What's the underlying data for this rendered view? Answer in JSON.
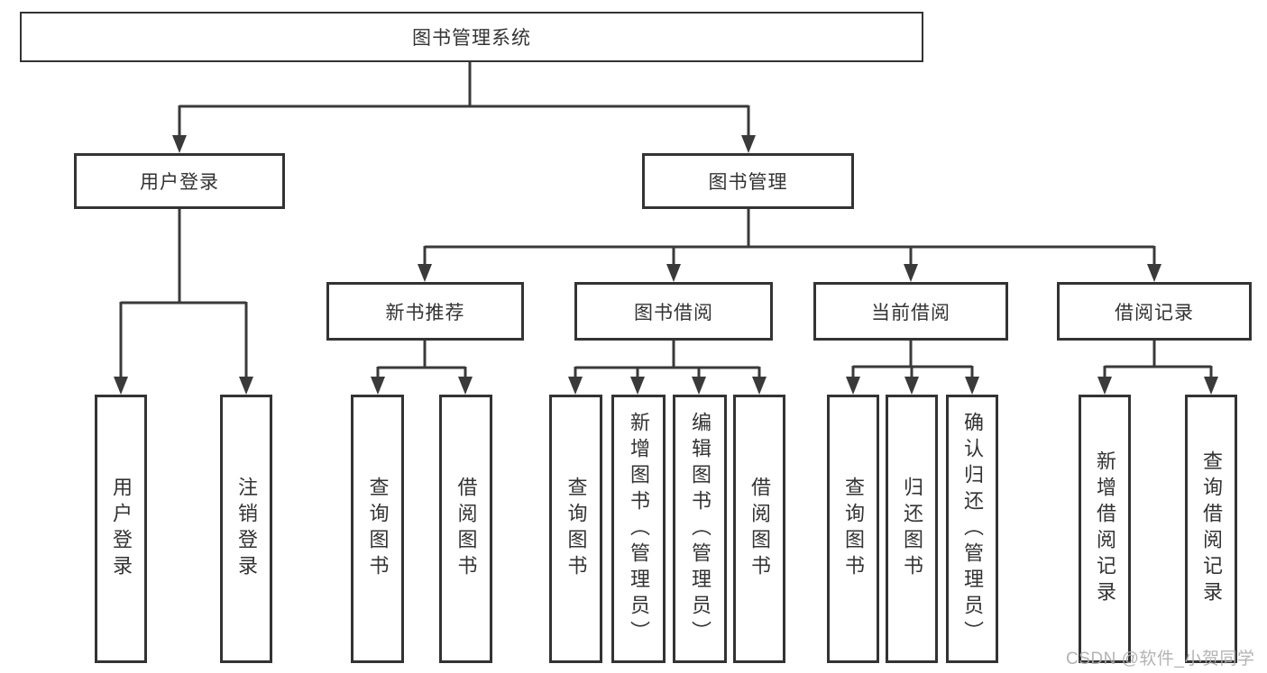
{
  "tree": {
    "label": "图书管理系统",
    "children": [
      {
        "label": "用户登录",
        "children": [
          {
            "label": "用户登录"
          },
          {
            "label": "注销登录"
          }
        ]
      },
      {
        "label": "图书管理",
        "children": [
          {
            "label": "新书推荐",
            "children": [
              {
                "label": "查询图书"
              },
              {
                "label": "借阅图书"
              }
            ]
          },
          {
            "label": "图书借阅",
            "children": [
              {
                "label": "查询图书"
              },
              {
                "label": "新增图书（管理员）"
              },
              {
                "label": "编辑图书（管理员）"
              },
              {
                "label": "借阅图书"
              }
            ]
          },
          {
            "label": "当前借阅",
            "children": [
              {
                "label": "查询图书"
              },
              {
                "label": "归还图书"
              },
              {
                "label": "确认归还（管理员）"
              }
            ]
          },
          {
            "label": "借阅记录",
            "children": [
              {
                "label": "新增借阅记录"
              },
              {
                "label": "查询借阅记录"
              }
            ]
          }
        ]
      }
    ]
  },
  "watermark": {
    "text": "CSDN @软件_小贺同学"
  },
  "colors": {
    "line": "#3a3a3a",
    "box_border": "#333333",
    "text": "#333333",
    "watermark": "#acacac",
    "background": "#ffffff"
  }
}
